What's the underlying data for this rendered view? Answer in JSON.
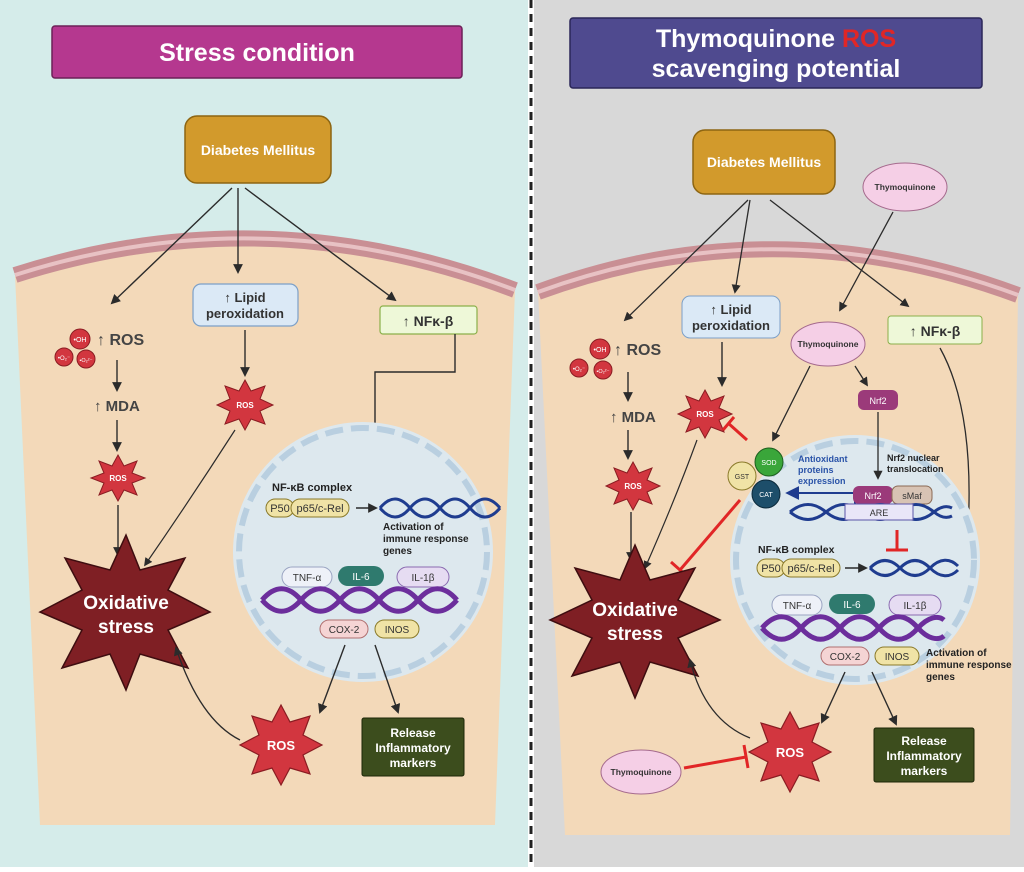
{
  "left": {
    "title": "Stress condition",
    "diabetes": "Diabetes Mellitus",
    "ros_up": "↑ ROS",
    "oh": "•OH",
    "o2": "•O₂⁻",
    "o2b": "•O₂²⁻",
    "mda": "↑ MDA",
    "lipid_line1": "↑ Lipid",
    "lipid_line2": "peroxidation",
    "nfkb": "↑ NFκ-β",
    "ros": "ROS",
    "nfkb_complex": "NF-κB complex",
    "p50": "P50",
    "p65": "p65/c-Rel",
    "activation_1": "Activation of",
    "activation_2": "immune response",
    "activation_3": "genes",
    "tnf": "TNF-α",
    "il6": "IL-6",
    "il1b": "IL-1β",
    "cox2": "COX-2",
    "inos": "INOS",
    "oxidative_1": "Oxidative",
    "oxidative_2": "stress",
    "release_1": "Release",
    "release_2": "Inflammatory",
    "release_3": "markers"
  },
  "right": {
    "title_line1a": "Thymoquinone ",
    "title_line1b": "ROS",
    "title_line2": "scavenging potential",
    "diabetes": "Diabetes Mellitus",
    "thymo": "Thymoquinone",
    "ros_up": "↑ ROS",
    "oh": "•OH",
    "o2": "•O₂⁻",
    "o2b": "•O₂²⁻",
    "mda": "↑ MDA",
    "lipid_line1": "↑ Lipid",
    "lipid_line2": "peroxidation",
    "nfkb": "↑ NFκ-β",
    "ros": "ROS",
    "nrf2": "Nrf2",
    "smaf": "sMaf",
    "are": "ARE",
    "sod": "SOD",
    "gst": "GST",
    "cat": "CAT",
    "antiox_1": "Antioxidant",
    "antiox_2": "proteins",
    "antiox_3": "expression",
    "nrf2_trans_1": "Nrf2 nuclear",
    "nrf2_trans_2": "translocation",
    "nfkb_complex": "NF-κB complex",
    "p50": "P50",
    "p65": "p65/c-Rel",
    "tnf": "TNF-α",
    "il6": "IL-6",
    "il1b": "IL-1β",
    "cox2": "COX-2",
    "inos": "INOS",
    "activation_1": "Activation of",
    "activation_2": "immune response",
    "activation_3": "genes",
    "oxidative_1": "Oxidative",
    "oxidative_2": "stress",
    "release_1": "Release",
    "release_2": "Inflammatory",
    "release_3": "markers"
  },
  "colors": {
    "left_bg": "#d5ecea",
    "right_bg": "#d8d8d8",
    "cell": "#f3d9b9",
    "membrane": "#c98f94",
    "left_title": "#b5388f",
    "right_title": "#4f4a8f",
    "diabetes": "#d29a2c",
    "ros_star": "#d2363f",
    "oxidative_star": "#7f1f24",
    "release": "#3c4d1d",
    "thymo": "#f5cfe6",
    "nrf2": "#9b3a7a",
    "inhibit": "#e12626",
    "nucleus": "#dde8ee",
    "dna_blue": "#1f3c8f",
    "dna_purple": "#6c2e9c",
    "il6": "#2f7a6e",
    "sod": "#3aa63a",
    "cat": "#1d4e6a",
    "gst": "#f0e3a6"
  }
}
